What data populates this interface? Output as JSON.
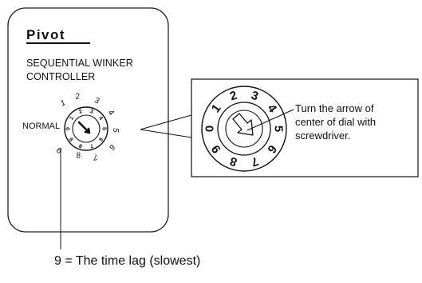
{
  "panel": {
    "brand": "Pivot",
    "title_line1": "SEQUENTIAL WINKER",
    "title_line2": "CONTROLLER",
    "normal_label": "NORMAL"
  },
  "dial": {
    "digits": [
      "0",
      "1",
      "2",
      "3",
      "4",
      "5",
      "6",
      "7",
      "8",
      "9"
    ]
  },
  "callout": {
    "line1": "Turn the arrow of",
    "line2": "center of dial with",
    "line3": "screwdriver."
  },
  "footnote": "9 = The time lag (slowest)"
}
